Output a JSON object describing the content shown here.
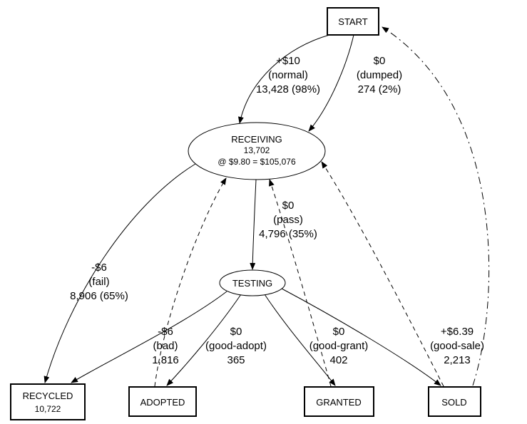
{
  "diagram": {
    "colors": {
      "background": "#ffffff",
      "stroke": "#000000"
    },
    "nodes": {
      "start": {
        "shape": "box",
        "lines": [
          "START"
        ]
      },
      "receiving": {
        "shape": "ellipse",
        "lines": [
          "RECEIVING",
          "13,702",
          "@ $9.80 = $105,076"
        ]
      },
      "testing": {
        "shape": "ellipse",
        "lines": [
          "TESTING"
        ]
      },
      "recycled": {
        "shape": "box",
        "lines": [
          "RECYCLED",
          "10,722"
        ]
      },
      "adopted": {
        "shape": "box",
        "lines": [
          "ADOPTED"
        ]
      },
      "granted": {
        "shape": "box",
        "lines": [
          "GRANTED"
        ]
      },
      "sold": {
        "shape": "box",
        "lines": [
          "SOLD"
        ]
      }
    },
    "edges": {
      "start_receiving_normal": {
        "from": "START",
        "to": "RECEIVING",
        "style": "solid",
        "lines": [
          "+$10",
          "(normal)",
          "13,428 (98%)"
        ]
      },
      "start_receiving_dumped": {
        "from": "START",
        "to": "RECEIVING",
        "style": "solid",
        "lines": [
          "$0",
          "(dumped)",
          "274 (2%)"
        ]
      },
      "receiving_testing_pass": {
        "from": "RECEIVING",
        "to": "TESTING",
        "style": "solid",
        "lines": [
          "$0",
          "(pass)",
          "4,796 (35%)"
        ]
      },
      "receiving_recycled_fail": {
        "from": "RECEIVING",
        "to": "RECYCLED",
        "style": "solid",
        "lines": [
          "-$6",
          "(fail)",
          "8,906 (65%)"
        ]
      },
      "testing_recycled_bad": {
        "from": "TESTING",
        "to": "RECYCLED",
        "style": "solid",
        "lines": [
          "-$6",
          "(bad)",
          "1,816"
        ]
      },
      "testing_adopted_good": {
        "from": "TESTING",
        "to": "ADOPTED",
        "style": "solid",
        "lines": [
          "$0",
          "(good-adopt)",
          "365"
        ]
      },
      "testing_granted_good": {
        "from": "TESTING",
        "to": "GRANTED",
        "style": "solid",
        "lines": [
          "$0",
          "(good-grant)",
          "402"
        ]
      },
      "testing_sold_good": {
        "from": "TESTING",
        "to": "SOLD",
        "style": "solid",
        "lines": [
          "+$6.39",
          "(good-sale)",
          "2,213"
        ]
      },
      "adopted_receiving_return": {
        "from": "ADOPTED",
        "to": "RECEIVING",
        "style": "dashed",
        "lines": []
      },
      "granted_receiving_return": {
        "from": "GRANTED",
        "to": "RECEIVING",
        "style": "dashed",
        "lines": []
      },
      "sold_receiving_return": {
        "from": "SOLD",
        "to": "RECEIVING",
        "style": "dashed",
        "lines": []
      },
      "sold_start_return": {
        "from": "SOLD",
        "to": "START",
        "style": "dash-dot",
        "lines": []
      }
    }
  }
}
